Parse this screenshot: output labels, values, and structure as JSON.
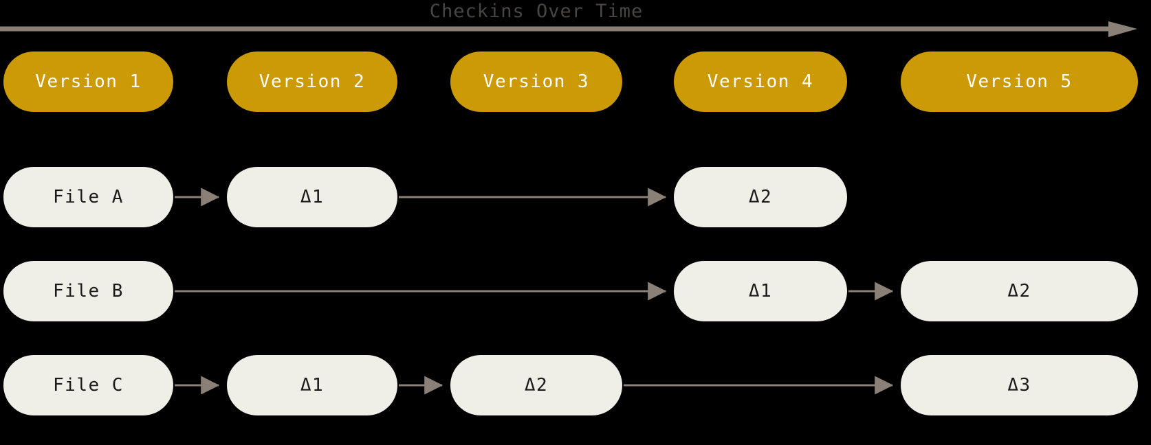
{
  "chart_data": {
    "type": "diagram",
    "title": "Checkins Over Time",
    "subtype": "delta-based-version-control-timeline",
    "axis": {
      "label": "Checkins Over Time",
      "direction": "left-to-right",
      "arrow": "right"
    },
    "columns": [
      "Version 1",
      "Version 2",
      "Version 3",
      "Version 4",
      "Version 5"
    ],
    "rows": [
      {
        "name": "File A",
        "cells": [
          {
            "column": "Version 1",
            "label": "File A"
          },
          {
            "column": "Version 2",
            "label": "Δ1"
          },
          {
            "column": "Version 3",
            "label": null
          },
          {
            "column": "Version 4",
            "label": "Δ2"
          },
          {
            "column": "Version 5",
            "label": null
          }
        ],
        "links": [
          {
            "from": "Version 1",
            "to": "Version 2"
          },
          {
            "from": "Version 2",
            "to": "Version 4"
          }
        ]
      },
      {
        "name": "File B",
        "cells": [
          {
            "column": "Version 1",
            "label": "File B"
          },
          {
            "column": "Version 2",
            "label": null
          },
          {
            "column": "Version 3",
            "label": null
          },
          {
            "column": "Version 4",
            "label": "Δ1"
          },
          {
            "column": "Version 5",
            "label": "Δ2"
          }
        ],
        "links": [
          {
            "from": "Version 1",
            "to": "Version 4"
          },
          {
            "from": "Version 4",
            "to": "Version 5"
          }
        ]
      },
      {
        "name": "File C",
        "cells": [
          {
            "column": "Version 1",
            "label": "File C"
          },
          {
            "column": "Version 2",
            "label": "Δ1"
          },
          {
            "column": "Version 3",
            "label": "Δ2"
          },
          {
            "column": "Version 4",
            "label": null
          },
          {
            "column": "Version 5",
            "label": "Δ3"
          }
        ],
        "links": [
          {
            "from": "Version 1",
            "to": "Version 2"
          },
          {
            "from": "Version 2",
            "to": "Version 3"
          },
          {
            "from": "Version 3",
            "to": "Version 5"
          }
        ]
      }
    ]
  },
  "title": {
    "text": "Checkins Over Time"
  },
  "versions": {
    "v1": "Version 1",
    "v2": "Version 2",
    "v3": "Version 3",
    "v4": "Version 4",
    "v5": "Version 5"
  },
  "rows": {
    "a": {
      "name": "File A",
      "c2": "Δ1",
      "c4": "Δ2"
    },
    "b": {
      "name": "File B",
      "c4": "Δ1",
      "c5": "Δ2"
    },
    "c": {
      "name": "File C",
      "c2": "Δ1",
      "c3": "Δ2",
      "c5": "Δ3"
    }
  },
  "colors": {
    "background": "#000000",
    "version_pill": "#CC9A06",
    "version_pill_text": "#FFFFFF",
    "file_pill": "#EFEEE7",
    "file_pill_text": "#1A1A1A",
    "connector": "#8A8078",
    "axis": "#8A8078",
    "title_text": "#4A4540"
  },
  "icons": {
    "axis_arrow": "arrow-right-icon",
    "connector_arrow": "arrow-right-icon"
  }
}
